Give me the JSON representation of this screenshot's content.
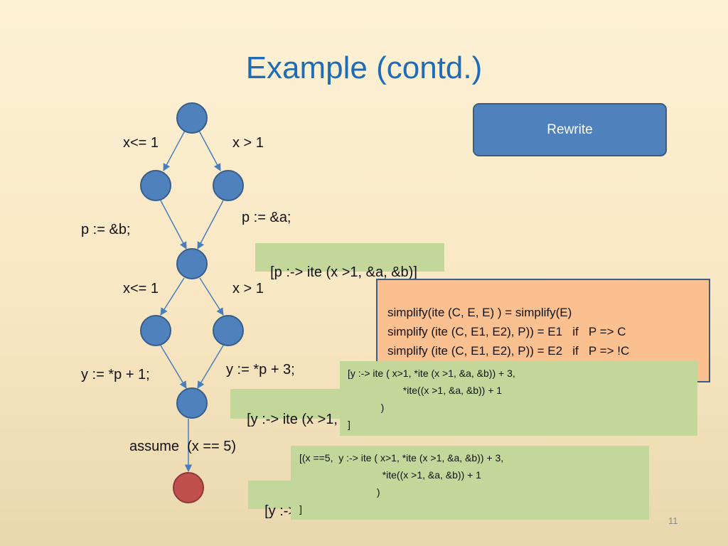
{
  "slide": {
    "title": "Example (contd.)",
    "page_number": "11"
  },
  "edge_labels": {
    "top_left": "x<= 1",
    "top_right": "x > 1",
    "assign_b": "p := &b;",
    "assign_a": "p := &a;",
    "mid_left": "x<= 1",
    "mid_right": "x > 1",
    "y_plus1": "y := *p + 1;",
    "y_plus3": "y := *p + 3;",
    "assume": "assume  (x == 5)"
  },
  "rewrite_button": {
    "label": "Rewrite"
  },
  "states": {
    "p_state": "[p :-> ite (x >1, &a, &b)]",
    "y_state_partial": "[y :-> ite (x >1,",
    "final_state_partial": "[y :->"
  },
  "rules": [
    "simplify(ite (C, E, E) ) = simplify(E)",
    "simplify (ite (C, E1, E2), P)) = E1   if   P => C",
    "simplify (ite (C, E1, E2), P)) = E2   if   P => !C"
  ],
  "y_expansion": [
    "[y :-> ite ( x>1, *ite (x >1, &a, &b)) + 3,",
    "                    *ite((x >1, &a, &b)) + 1",
    "            )",
    "]"
  ],
  "final_expansion": [
    "[(x ==5,  y :-> ite ( x>1, *ite (x >1, &a, &b)) + 3,",
    "                              *ite((x >1, &a, &b)) + 1",
    "                            )",
    "]"
  ],
  "colors": {
    "node_fill": "#4f81bd",
    "node_stroke": "#385d8a",
    "end_node_fill": "#c0504d",
    "end_node_stroke": "#8c3836",
    "edge": "#4a7ebb",
    "green_box": "#c4d79b",
    "orange_box": "#fac090",
    "title": "#1e6cb6"
  }
}
